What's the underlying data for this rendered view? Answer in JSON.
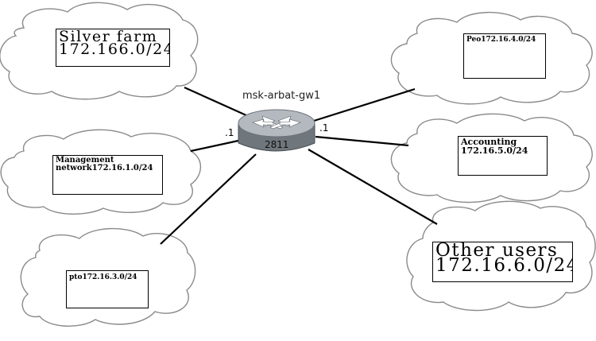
{
  "router": {
    "hostname": "msk-arbat-gw1",
    "model": "2811",
    "icon": "router-icon",
    "left_interface": ".1",
    "right_interface": ".1"
  },
  "networks": {
    "silver_farm": {
      "line1": "Silver farm",
      "line2": "172.166.0/24"
    },
    "management": {
      "line1": "Management",
      "line2": "network172.16.1.0/24"
    },
    "pto": {
      "line1": "pto172.16.3.0/24"
    },
    "peo": {
      "line1": "Peo172.16.4.0/24"
    },
    "accounting": {
      "line1": "Accounting",
      "line2": "172.16.5.0/24"
    },
    "other_users": {
      "line1": "Other users",
      "line2": "172.16.6.0/24"
    }
  },
  "colors": {
    "cloud_outline": "#8a8a8a",
    "router_body": "#a9afb5",
    "router_base": "#6f767c",
    "line": "#000000"
  }
}
